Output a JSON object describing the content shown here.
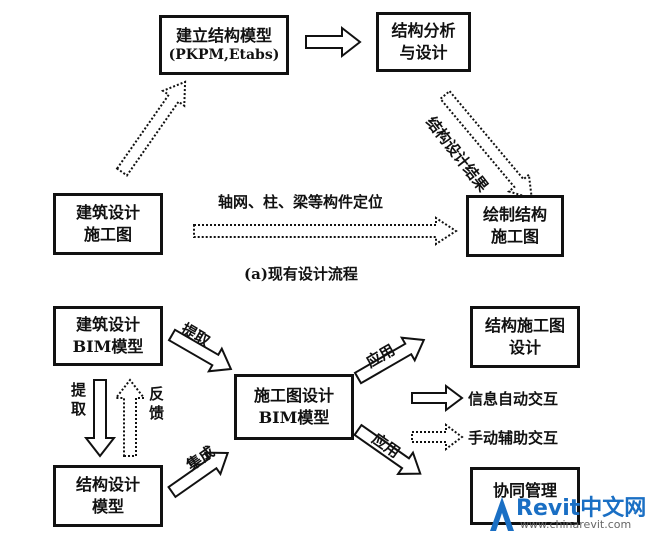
{
  "top": {
    "model_box": {
      "line1": "建立结构模型",
      "line2": "(PKPM,Etabs)"
    },
    "analysis_box": {
      "line1": "结构分析",
      "line2": "与设计"
    },
    "arch_box": {
      "line1": "建筑设计",
      "line2": "施工图"
    },
    "draw_box": {
      "line1": "绘制结构",
      "line2": "施工图"
    },
    "axis_label": "轴网、柱、梁等构件定位",
    "result_label": "结构设计结果",
    "caption": "(a)现有设计流程"
  },
  "bottom": {
    "arch_bim_box": {
      "line1": "建筑设计",
      "line2": "BIM模型"
    },
    "struct_model_box": {
      "line1": "结构设计",
      "line2": "模型"
    },
    "center_box": {
      "line1": "施工图设计",
      "line2": "BIM模型"
    },
    "struct_drawing_box": {
      "line1": "结构施工图",
      "line2": "设计"
    },
    "cooperation_box": {
      "line1": "协同管理"
    },
    "extract_label_1": "提取",
    "extract_label_2": "提取",
    "feedback_label": "反馈",
    "integrate_label": "集成",
    "apply_label_1": "应用",
    "apply_label_2": "应用",
    "auto_label": "信息自动交互",
    "manual_label": "手动辅助交互"
  },
  "watermark": {
    "brand": "Revit中文网",
    "url": "www.chinarevit.com"
  }
}
